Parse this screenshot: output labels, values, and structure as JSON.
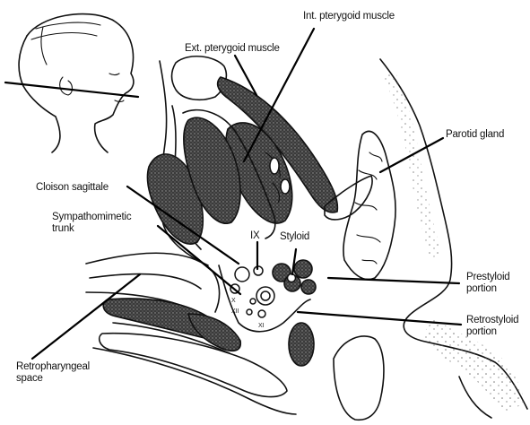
{
  "labels": {
    "int_pterygoid": "Int. pterygoid muscle",
    "ext_pterygoid": "Ext. pterygoid muscle",
    "parotid": "Parotid gland",
    "cloison": "Cloison sagittale",
    "sympathomimetic": "Sympathomimetic\ntrunk",
    "ix": "IX",
    "styloid": "Styloid",
    "prestyloid": "Prestyloid\nportion",
    "retrostyloid": "Retrostyloid\nportion",
    "retropharyngeal": "Retropharyngeal\nspace",
    "nerve_x": "X",
    "nerve_xii": "XII",
    "nerve_xi": "XI"
  },
  "colors": {
    "ink": "#111111",
    "muscle_fill": "#3a3a3a",
    "background": "#ffffff"
  }
}
